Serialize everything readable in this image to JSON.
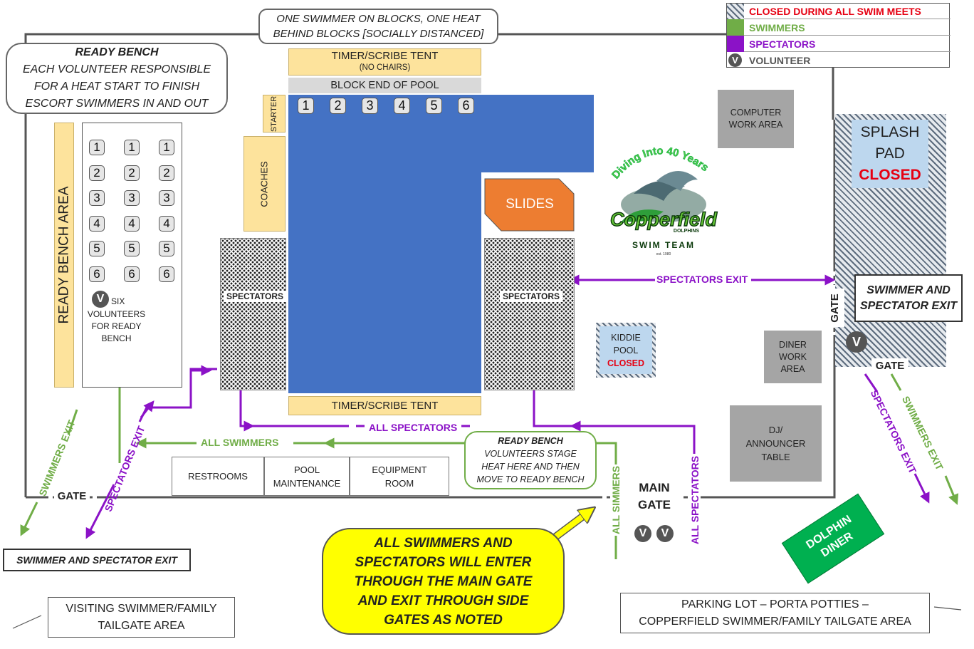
{
  "legend": {
    "closed": "CLOSED DURING ALL SWIM MEETS",
    "swimmers": "SWIMMERS",
    "spectators": "SPECTATORS",
    "volunteer": "VOLUNTEER",
    "volunteer_symbol": "V",
    "colors": {
      "closed": "#e60012",
      "swimmers": "#70ad47",
      "spectators": "#8b12c7",
      "volunteer": "#555555"
    }
  },
  "top_callout": {
    "line1": "ONE SWIMMER ON BLOCKS, ONE HEAT",
    "line2": "BEHIND BLOCKS [SOCIALLY DISTANCED]"
  },
  "ready_bench_callout": {
    "title": "READY BENCH",
    "line1": "EACH VOLUNTEER RESPONSIBLE",
    "line2": "FOR A HEAT START TO FINISH",
    "line3": "ESCORT SWIMMERS IN AND OUT"
  },
  "ready_bench_area": "READY BENCH AREA",
  "bench_numbers": [
    "1",
    "2",
    "3",
    "4",
    "5",
    "6"
  ],
  "volunteer_note": {
    "symbol": "V",
    "line1": "SIX",
    "line2": "VOLUNTEERS",
    "line3": "FOR READY",
    "line4": "BENCH"
  },
  "timer_tent_top": {
    "title": "TIMER/SCRIBE TENT",
    "sub": "(NO CHAIRS)"
  },
  "block_end": "BLOCK END OF POOL",
  "lanes": [
    "1",
    "2",
    "3",
    "4",
    "5",
    "6"
  ],
  "starter": "STARTER",
  "coaches": "COACHES",
  "slides": "SLIDES",
  "logo": {
    "arc": "Diving Into 40 Years",
    "name": "Copperfield",
    "sub": "DOLPHINS",
    "team": "SWIM TEAM",
    "est": "est. 1980"
  },
  "computer_area": {
    "line1": "COMPUTER",
    "line2": "WORK AREA"
  },
  "splash_pad": {
    "line1": "SPLASH",
    "line2": "PAD",
    "closed": "CLOSED"
  },
  "spectators_label": "SPECTATORS",
  "spectators_exit": "SPECTATORS EXIT",
  "gate_label": "GATE",
  "swimmer_spectator_exit_right": {
    "line1": "SWIMMER AND",
    "line2": "SPECTATOR EXIT"
  },
  "kiddie_pool": {
    "line1": "KIDDIE",
    "line2": "POOL",
    "closed": "CLOSED"
  },
  "diner_work_area": {
    "line1": "DINER",
    "line2": "WORK",
    "line3": "AREA"
  },
  "dj_table": {
    "line1": "DJ/",
    "line2": "ANNOUNCER",
    "line3": "TABLE"
  },
  "timer_tent_bottom": "TIMER/SCRIBE TENT",
  "all_spectators": "ALL SPECTATORS",
  "all_swimmers": "ALL SWIMMERS",
  "swimmers_exit": "SWIMMERS EXIT",
  "buildings": {
    "restrooms": "RESTROOMS",
    "pool_maintenance_1": "POOL",
    "pool_maintenance_2": "MAINTENANCE",
    "equipment_1": "EQUIPMENT",
    "equipment_2": "ROOM"
  },
  "ready_bench_stage": {
    "title": "READY BENCH",
    "line1": "VOLUNTEERS STAGE",
    "line2": "HEAT HERE AND THEN",
    "line3": "MOVE TO READY BENCH"
  },
  "main_gate": {
    "line1": "MAIN",
    "line2": "GATE"
  },
  "all_swimmers_vertical": "ALL SIMMERS",
  "all_spectators_vertical": "ALL SPECTATORS",
  "swimmer_spectator_exit_left": "SWIMMER AND SPECTATOR EXIT",
  "yellow_note": {
    "line1": "ALL SWIMMERS AND",
    "line2": "SPECTATORS WILL ENTER",
    "line3": "THROUGH THE MAIN GATE",
    "line4": "AND EXIT THROUGH SIDE",
    "line5": "GATES AS NOTED"
  },
  "dolphin_diner": {
    "line1": "DOLPHIN",
    "line2": "DINER"
  },
  "visiting_tailgate": {
    "line1": "VISITING SWIMMER/FAMILY",
    "line2": "TAILGATE AREA"
  },
  "parking_lot": {
    "line1": "PARKING LOT – PORTA POTTIES –",
    "line2": "COPPERFIELD SWIMMER/FAMILY TAILGATE AREA"
  }
}
